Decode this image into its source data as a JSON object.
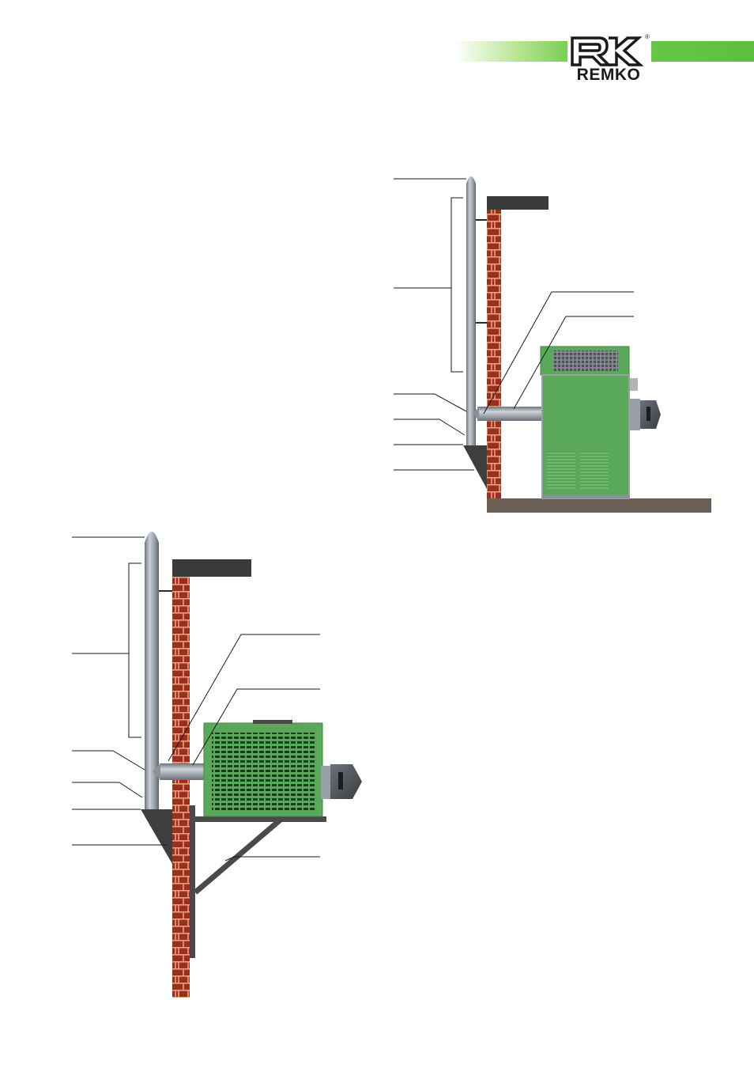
{
  "brand": {
    "name": "REMKO",
    "registered_mark": "®",
    "accent_color": "#5dbf3e"
  },
  "colors": {
    "unit_green": "#5aa85a",
    "brick": "#9b2f1f",
    "mortar": "#e9a07a",
    "flue_metal": "#9aa0a8",
    "ceiling_slab": "#3a3a3a",
    "floor": "#6b5f55",
    "bracket": "#4a4a4a",
    "leader": "#1a1a1a"
  },
  "diagrams": [
    {
      "id": "floor-standing-unit",
      "labels": []
    },
    {
      "id": "wall-mounted-unit",
      "labels": []
    }
  ]
}
